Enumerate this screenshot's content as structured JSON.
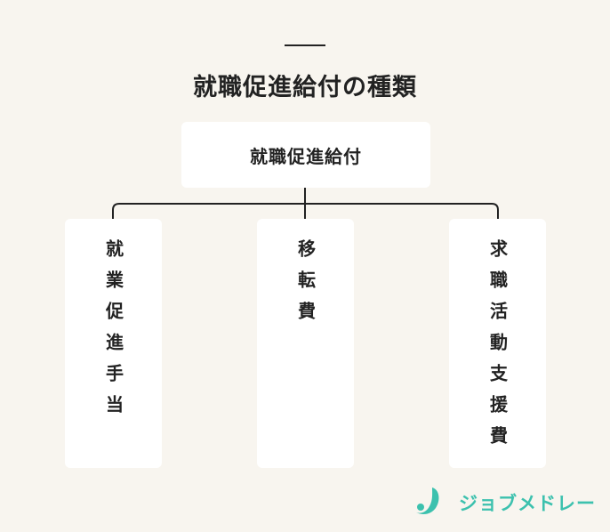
{
  "diagram": {
    "title": "就職促進給付の種類",
    "root": {
      "label": "就職促進給付"
    },
    "children": [
      {
        "label": "就業促進手当"
      },
      {
        "label": "移転費"
      },
      {
        "label": "求職活動支援費"
      }
    ]
  },
  "brand": {
    "logo_text": "ジョブメドレー",
    "color": "#3cc1ae"
  },
  "colors": {
    "background": "#f8f5ef",
    "box": "#ffffff",
    "line": "#222222"
  }
}
